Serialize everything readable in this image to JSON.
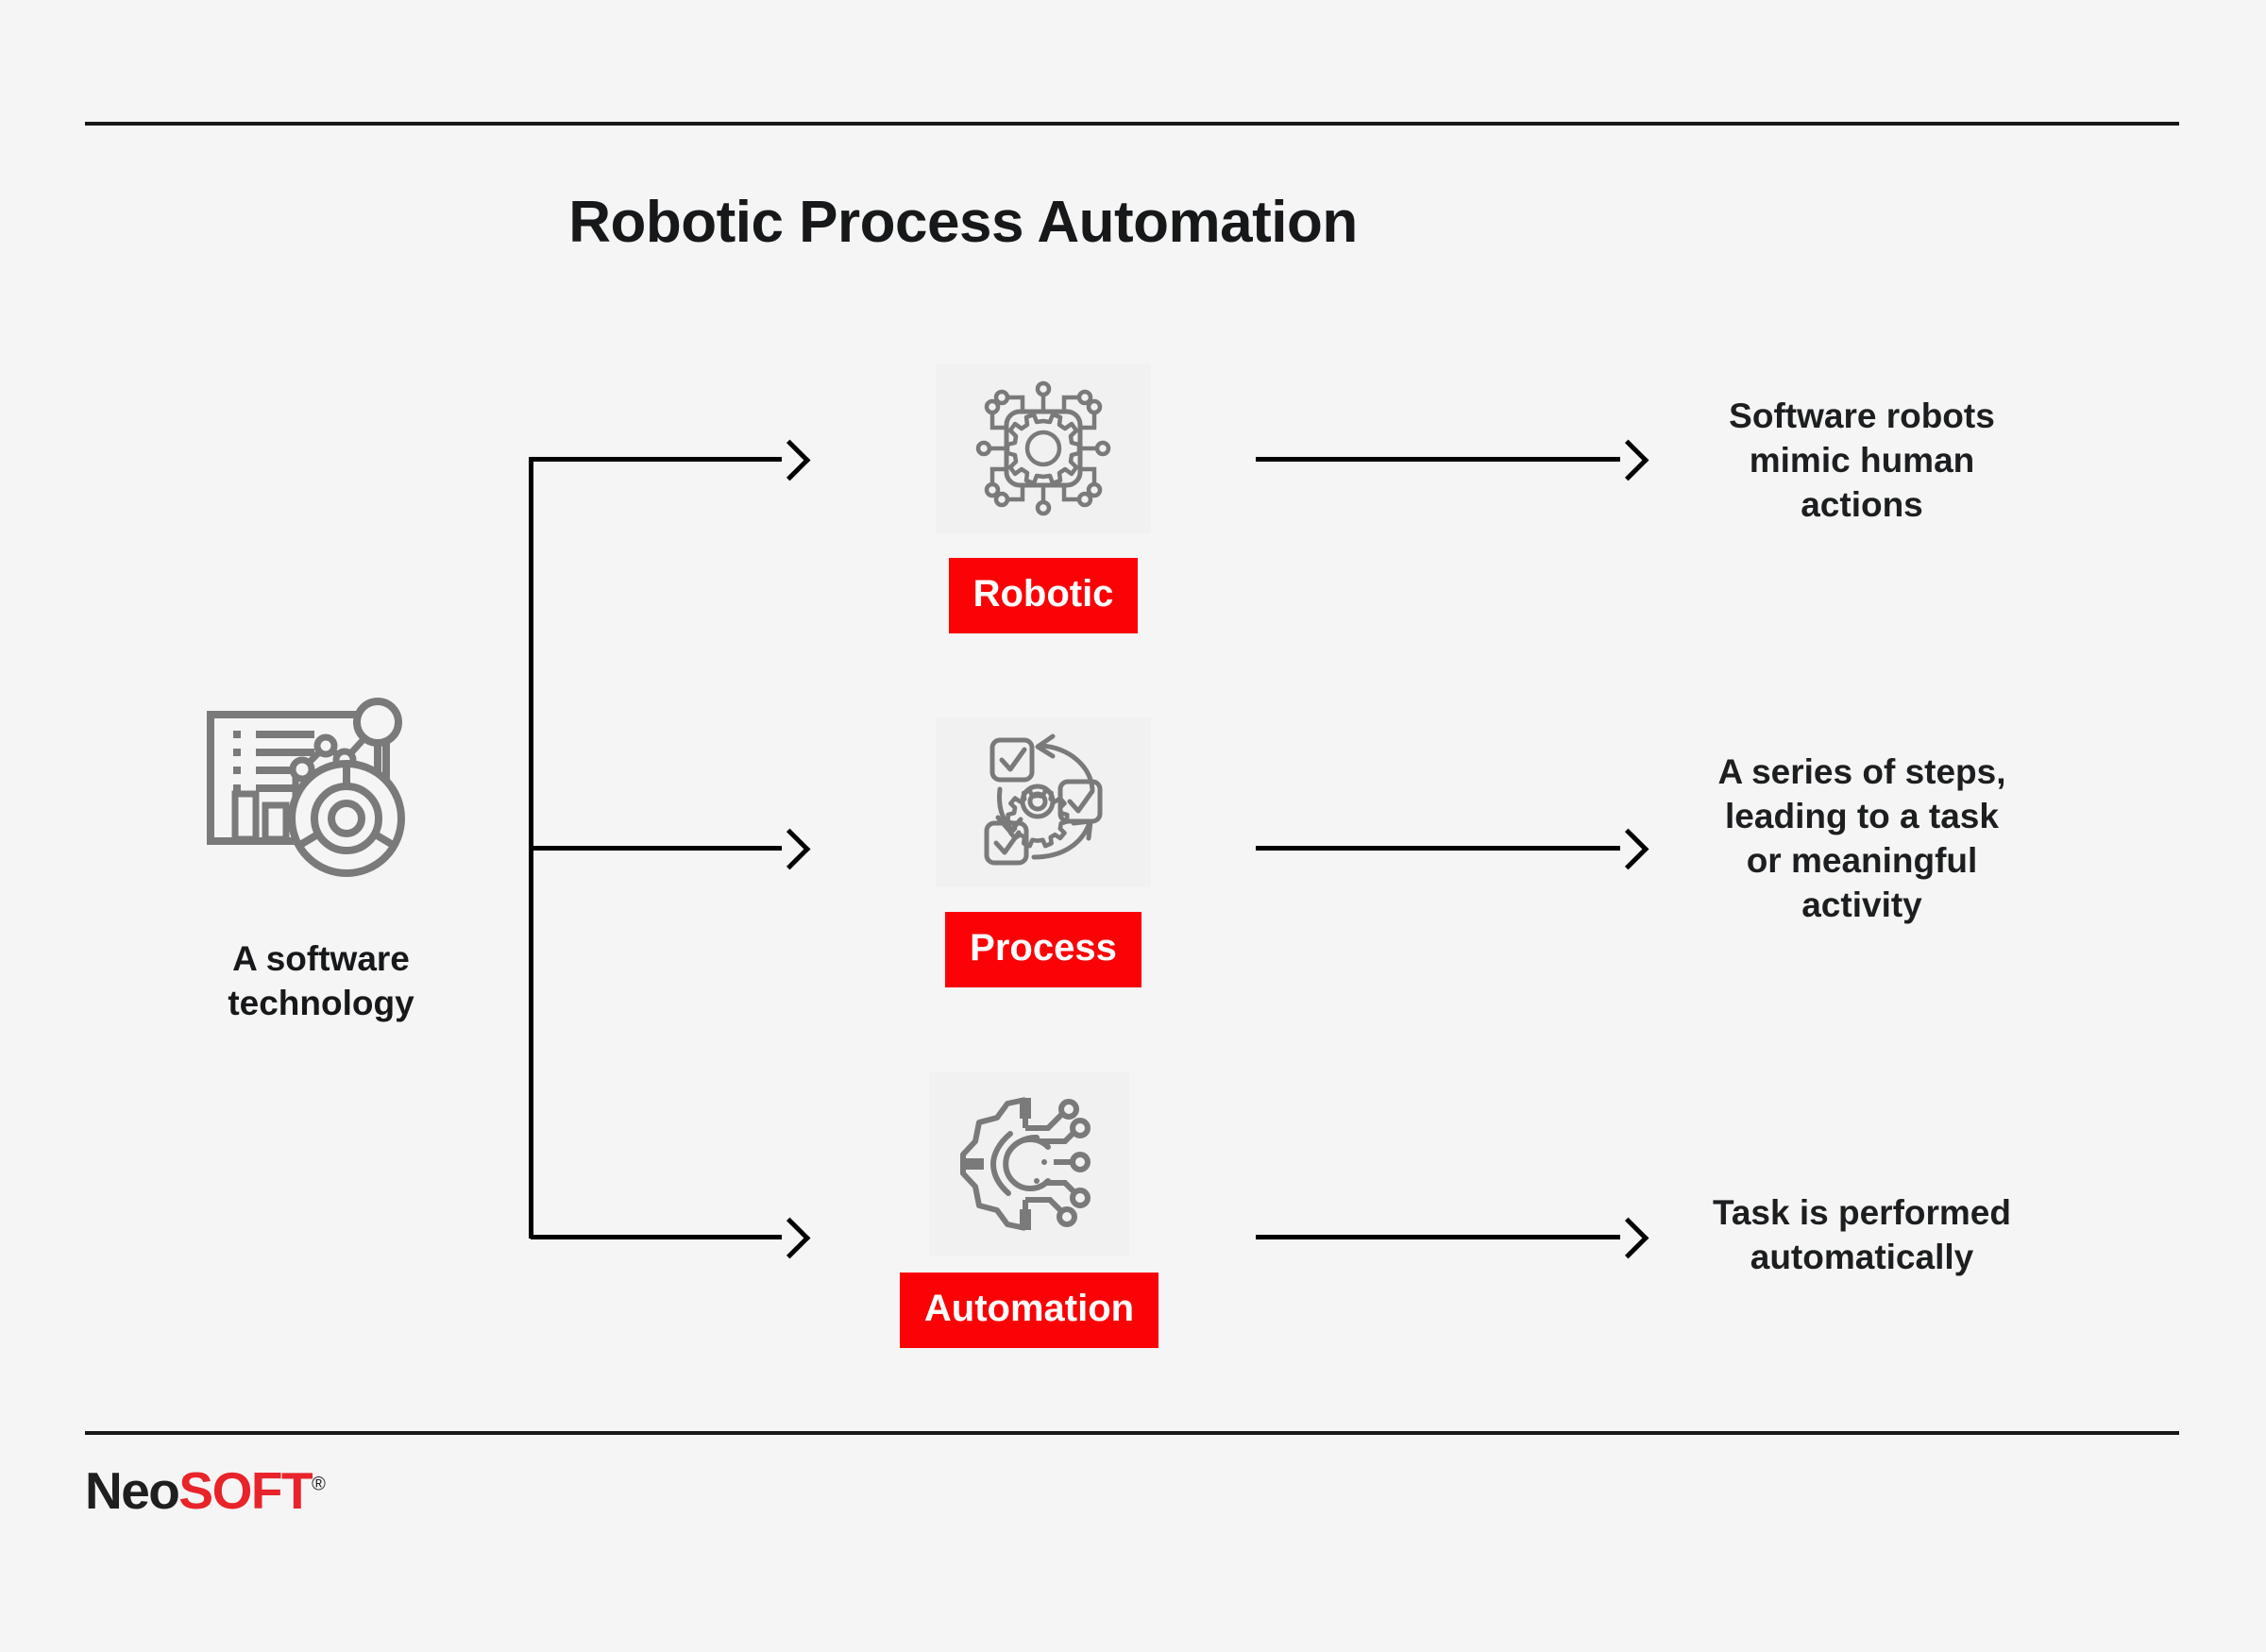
{
  "page": {
    "title": "Robotic Process Automation",
    "background_color": "#f5f5f5",
    "accent_color": "#fa0206",
    "text_color": "#16181a",
    "icon_color": "#7a7a7a"
  },
  "source": {
    "icon": "analytics-dashboard-icon",
    "label_line1": "A software",
    "label_line2": "technology",
    "label": "A software technology"
  },
  "steps": [
    {
      "key": "robotic",
      "icon": "processor-chip-gear-icon",
      "pill_label": "Robotic",
      "description_lines": [
        "Software robots",
        "mimic human",
        "actions"
      ],
      "description": "Software robots mimic human actions"
    },
    {
      "key": "process",
      "icon": "process-cycle-checklist-icon",
      "pill_label": "Process",
      "description_lines": [
        "A series of steps,",
        "leading to a task",
        "or meaningful",
        "activity"
      ],
      "description": "A series of steps, leading to a task or meaningful activity"
    },
    {
      "key": "automation",
      "icon": "gear-circuit-automation-icon",
      "pill_label": "Automation",
      "description_lines": [
        "Task is performed",
        "automatically"
      ],
      "description": "Task is performed automatically"
    }
  ],
  "footer": {
    "logo_part1": "Neo",
    "logo_part2": "SOFT",
    "logo_registered": "®"
  }
}
